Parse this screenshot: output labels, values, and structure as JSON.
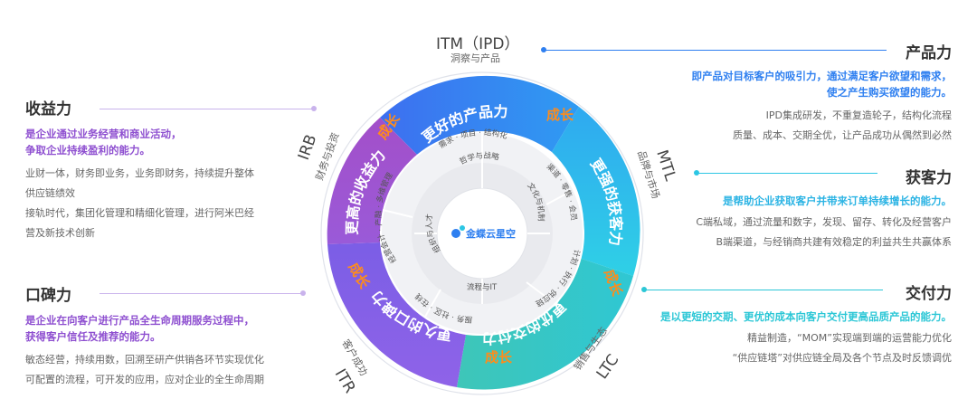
{
  "colors": {
    "purple": "#8e5cd6",
    "blue": "#2e7ff0",
    "cyan": "#2cc6e4",
    "teal": "#2cc7d6",
    "orange": "#ff8c1a",
    "grey": "#e8e9ed"
  },
  "left_top": {
    "title": "收益力",
    "desc": [
      "是企业通过业务经营和商业活动，",
      "争取企业持续盈利的能力。"
    ],
    "body": [
      "业财一体，财务即业务，业务即财务，持续提升整体",
      "供应链绩效",
      "接轨时代，集团化管理和精细化管理，进行阿米巴经",
      "营及新技术创新"
    ]
  },
  "left_bottom": {
    "title": "口碑力",
    "desc": [
      "是企业在向客户进行产品全生命周期服务过程中，",
      "获得客户信任及推荐的能力。"
    ],
    "body": [
      "敏态经营，持续用数，回溯至研产供销各环节实现优化",
      "可配置的流程，可开发的应用，应对企业的全生命周期"
    ]
  },
  "right_1": {
    "title": "产品力",
    "desc": [
      "即产品对目标客户的吸引力，通过满足客户欲望和需求，",
      "使之产生购买欲望的能力。"
    ],
    "body": [
      "IPD集成研发，不重复造轮子，结构化流程",
      "质量、成本、交期全优，让产品成功从偶然到必然"
    ]
  },
  "right_2": {
    "title": "获客力",
    "desc": [
      "是帮助企业获取客户并带来订单持续增长的能力。"
    ],
    "body": [
      "C端私域，通过流量和数字，发现、留存、转化及经营客户",
      "B端渠道，与经销商共建有效稳定的利益共生共赢体系"
    ]
  },
  "right_3": {
    "title": "交付力",
    "desc": [
      "是以更短的交期、更优的成本向客户交付更高品质产品的能力。"
    ],
    "body": [
      "精益制造，“MOM”实现端到端的运营能力优化",
      "“供应链塔”对供应链全局及各个节点及时反馈调优"
    ]
  },
  "outer_labels": {
    "itm": "ITM（IPD）",
    "itm_sub": "洞察与产品",
    "mtl": "MTL",
    "mtl_sub": "品牌与市场",
    "ltc": "LTC",
    "ltc_sub": "销售与生态",
    "itr": "ITR",
    "itr_sub": "客户成功",
    "irb": "IRB",
    "irb_sub": "财务与投资"
  },
  "ring": {
    "top": "更好的产品力",
    "right": "更强的获客力",
    "bottom": "更优的交付力",
    "left_bottom": "更久的口碑力",
    "left": "更高的收益力",
    "growth": "成长"
  },
  "inner_ring": {
    "top": "需求 · 项目 · 结构化",
    "right": "渠道 · 零售 · 会员",
    "bottom_right": "计划 · 执行 · 供应链",
    "bottom": "服务 · 社区 · 在线",
    "left": "经营会计 · 产融 · 多维管理"
  },
  "core_ring": {
    "top": "哲学与战略",
    "right": "文化与机制",
    "bottom": "流程与IT",
    "left": "组织与人才"
  },
  "logo": "金蝶云星空"
}
